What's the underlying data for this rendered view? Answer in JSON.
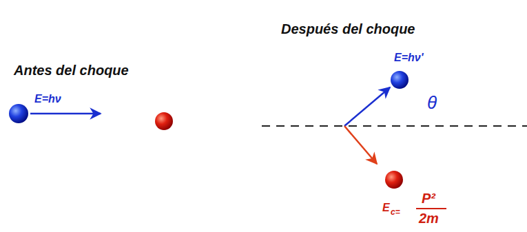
{
  "diagram": {
    "labels": [
      "Antes del choque",
      "E=hν",
      "Después del choque",
      "E=hν'",
      "θ",
      "E",
      "c=",
      "P²",
      "2m"
    ]
  }
}
